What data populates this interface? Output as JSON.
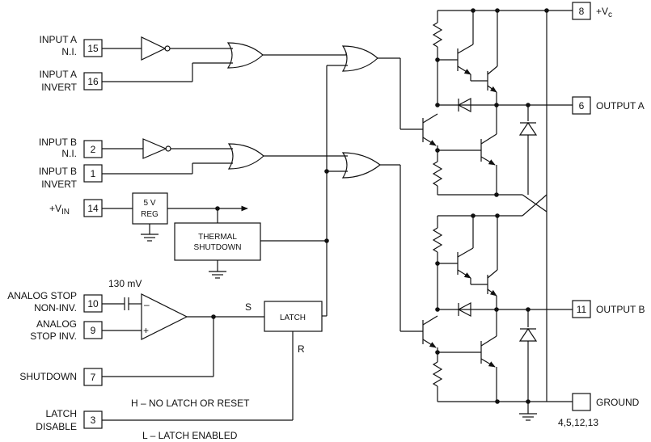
{
  "pins": {
    "p15": "15",
    "p16": "16",
    "p2": "2",
    "p1": "1",
    "p14": "14",
    "p10": "10",
    "p9": "9",
    "p7": "7",
    "p3": "3",
    "p8": "8",
    "p6": "6",
    "p11": "11"
  },
  "labels": {
    "input_a_ni_1": "INPUT A",
    "input_a_ni_2": "N.I.",
    "input_a_inv_1": "INPUT A",
    "input_a_inv_2": "INVERT",
    "input_b_ni_1": "INPUT B",
    "input_b_ni_2": "N.I.",
    "input_b_inv_1": "INPUT B",
    "input_b_inv_2": "INVERT",
    "vin_main": "+V",
    "vin_sub": "IN",
    "analog_stop_ni_1": "ANALOG STOP",
    "analog_stop_ni_2": "NON-INV.",
    "analog_stop_inv_1": "ANALOG",
    "analog_stop_inv_2": "STOP INV.",
    "shutdown": "SHUTDOWN",
    "latch_disable_1": "LATCH",
    "latch_disable_2": "DISABLE",
    "vc_main": "+V",
    "vc_sub": "c",
    "output_a": "OUTPUT A",
    "output_b": "OUTPUT B",
    "ground": "GROUND",
    "ground_pins": "4,5,12,13",
    "reg_1": "5 V",
    "reg_2": "REG",
    "thermal_1": "THERMAL",
    "thermal_2": "SHUTDOWN",
    "latch": "LATCH",
    "set": "S",
    "reset": "R",
    "offset": "130 mV",
    "note_h": "H – NO LATCH OR RESET",
    "note_l": "L – LATCH ENABLED",
    "plus": "+",
    "minus": "–"
  }
}
